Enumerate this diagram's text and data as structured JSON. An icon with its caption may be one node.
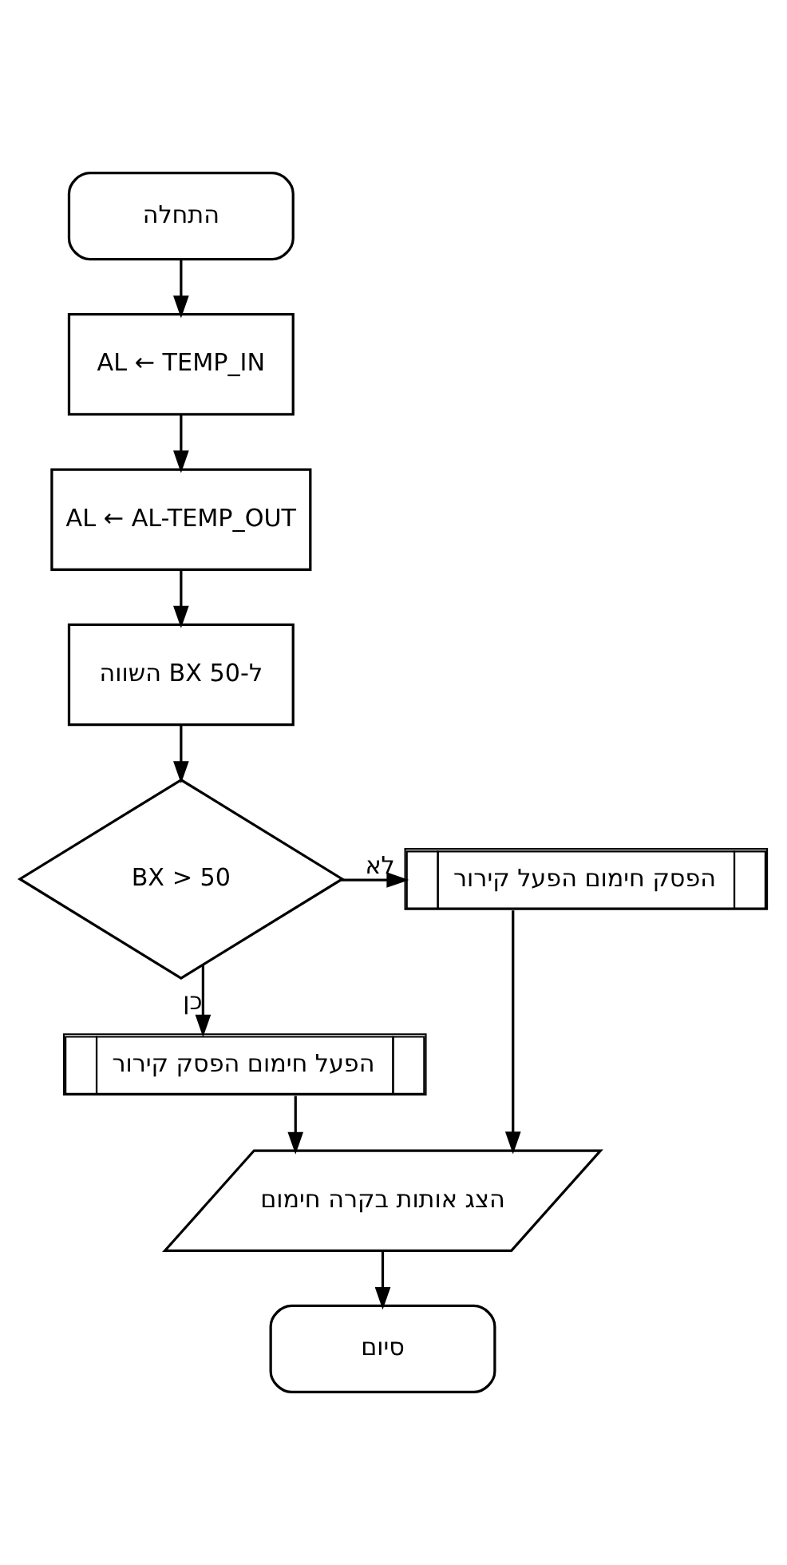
{
  "diagram": {
    "nodes": [
      {
        "text": [
          "התחלה"
        ]
      },
      {
        "text": [
          "AL ← TEMP_IN"
        ]
      },
      {
        "text": [
          "AL ← AL-TEMP_OUT"
        ]
      },
      {
        "text": [
          "השווה BX ל-50"
        ]
      },
      {
        "text": [
          "BX > 50"
        ]
      },
      {
        "text": [
          "הפסק חימום הפעל קירור"
        ]
      },
      {
        "text": [
          "הפעל חימום הפסק קירור"
        ]
      },
      {
        "text": [
          "הצג אותות בקרה חימום"
        ]
      },
      {
        "text": [
          "סיום"
        ]
      }
    ],
    "edges": [
      {
        "from": 0,
        "to": 1,
        "arrow": "to"
      },
      {
        "from": 1,
        "to": 2,
        "arrow": "to"
      },
      {
        "from": 2,
        "to": 3,
        "arrow": "to"
      },
      {
        "from": 3,
        "to": 4,
        "arrow": "to"
      },
      {
        "from": 4,
        "to": 5,
        "arrow": "to",
        "label": "לא"
      },
      {
        "from": 4,
        "to": 6,
        "arrow": "to",
        "label": "כן"
      },
      {
        "from": 5,
        "to": 7,
        "arrow": "to"
      },
      {
        "from": 6,
        "to": 7,
        "arrow": "to"
      },
      {
        "from": 7,
        "to": 8,
        "arrow": "to"
      }
    ]
  }
}
